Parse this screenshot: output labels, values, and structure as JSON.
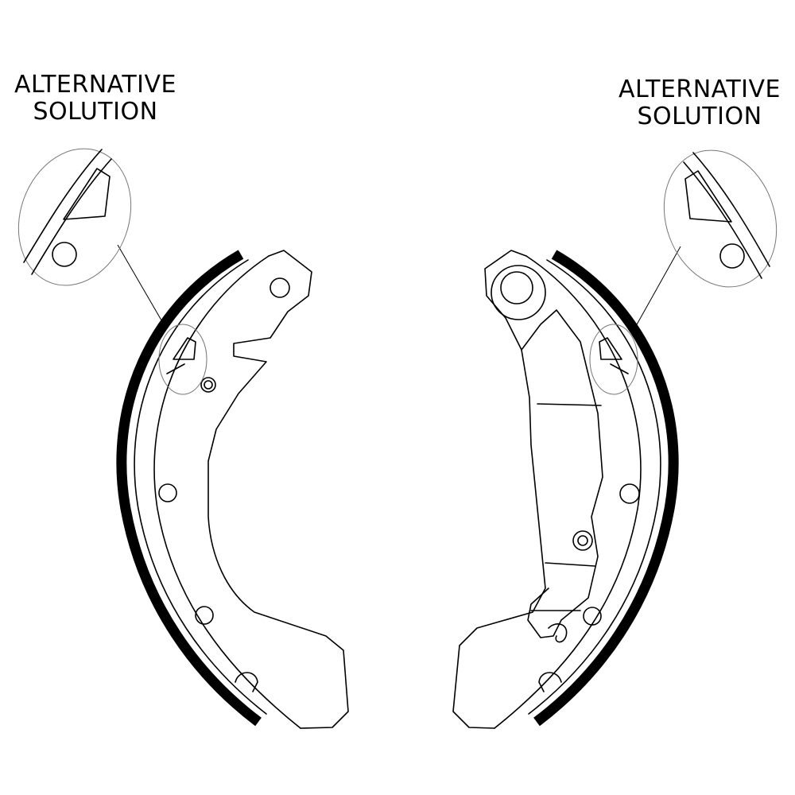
{
  "labels": {
    "left": {
      "line1": "ALTERNATIVE",
      "line2": "SOLUTION"
    },
    "right": {
      "line1": "ALTERNATIVE",
      "line2": "SOLUTION"
    }
  },
  "colors": {
    "line": "#000000",
    "background": "#ffffff"
  }
}
